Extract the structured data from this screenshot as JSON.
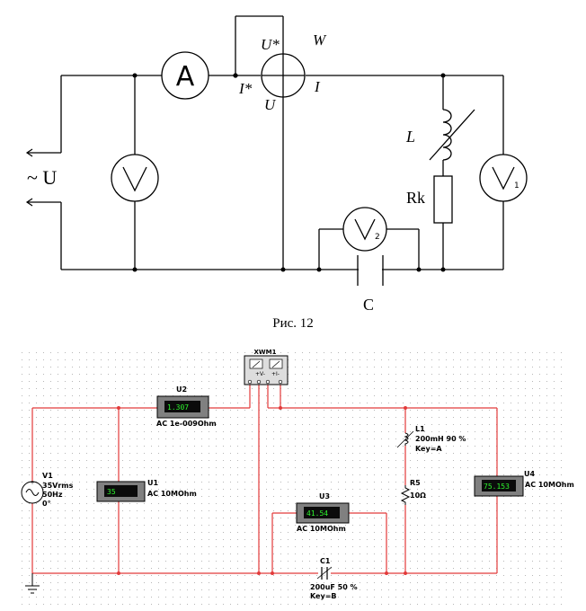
{
  "schematic": {
    "source_label": "~ U",
    "ammeter_symbol": "A",
    "wattmeter": {
      "u_star": "U*",
      "i_star": "I*",
      "i": "I",
      "u": "U",
      "name": "W"
    },
    "inductor_label": "L",
    "resistor_label": "Rk",
    "capacitor_label": "C",
    "voltmeter1_sub": "1",
    "voltmeter2_sub": "2",
    "caption": "Рис. 12"
  },
  "multisim": {
    "wattmeter_header": "XWM1",
    "u2": {
      "name": "U2",
      "reading": "1.307",
      "desc": "AC  1e-009Ohm"
    },
    "u1": {
      "name": "U1",
      "reading": "35",
      "desc": "AC  10MOhm"
    },
    "u3": {
      "name": "U3",
      "reading": "41.54",
      "desc": "AC  10MOhm"
    },
    "u4": {
      "name": "U4",
      "reading": "75.153",
      "desc": "AC  10MOhm"
    },
    "v1": {
      "name": "V1",
      "line1": "35Vrms",
      "line2": "50Hz",
      "line3": "0°"
    },
    "l1": {
      "name": "L1",
      "line1": "200mH  90 %",
      "line2": "Key=A"
    },
    "r5": {
      "name": "R5",
      "line1": "10Ω"
    },
    "c1": {
      "name": "C1",
      "line1": "200uF   50 %",
      "line2": "Key=B"
    },
    "colors": {
      "wire": "#e23a3a",
      "lcd_bg": "#0b0b0b",
      "lcd_text": "#2ef52e",
      "meter_body": "#808080"
    }
  }
}
